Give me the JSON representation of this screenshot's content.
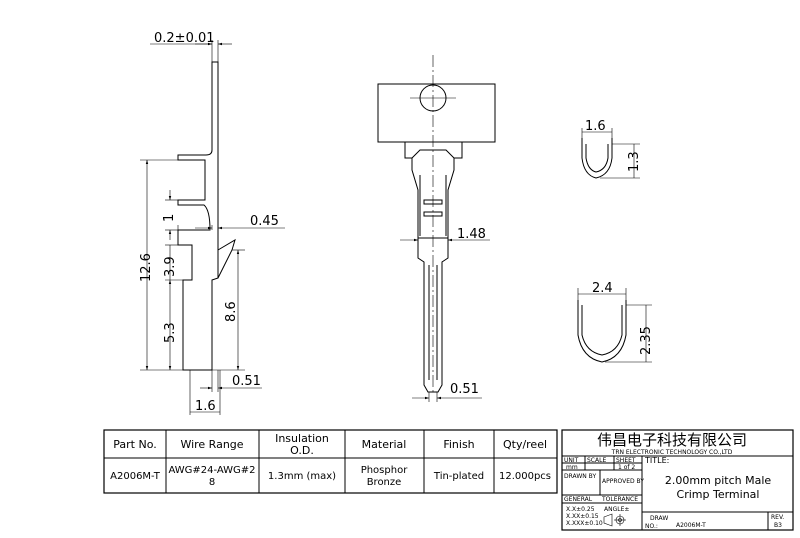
{
  "side_view": {
    "thickness": "0.2±0.01",
    "height_total": "12.6",
    "dim_1": "1",
    "dim_045": "0.45",
    "dim_39": "3.9",
    "dim_53": "5.3",
    "dim_86": "8.6",
    "dim_051": "0.51",
    "dim_16": "1.6"
  },
  "front_view": {
    "width_148": "1.48",
    "width_051": "0.51"
  },
  "sections": {
    "top_width": "1.6",
    "top_height": "1.3",
    "bottom_width": "2.4",
    "bottom_height": "2.35"
  },
  "spec_table": {
    "headers": [
      "Part No.",
      "Wire Range",
      "Insulation",
      "O.D.",
      "Material",
      "Finish",
      "Qty/reel"
    ],
    "row": {
      "part_no": "A2006M-T",
      "wire_range_1": "AWG#24-AWG#2",
      "wire_range_2": "8",
      "insulation": "1.3mm (max)",
      "material_1": "Phosphor",
      "material_2": "Bronze",
      "finish": "Tin-plated",
      "qty": "12.000pcs"
    }
  },
  "title_block": {
    "company_cn": "伟昌电子科技有限公司",
    "company_en": "TRN ELECTRONIC TECHNOLOGY CO.,LTD",
    "unit": "UNIT",
    "scale": "SCALE",
    "sheet": "SHEET",
    "title_label": "TITLE:",
    "unit_val": "mm",
    "sheet_val": "1 of 2",
    "drawn_by": "DRAWN BY",
    "approved_by": "APPROVED BY",
    "title_1": "2.00mm pitch Male",
    "title_2": "Crimp Terminal",
    "general": "GENERAL",
    "tolerance": "TOLERANCE",
    "tol_1": "X.X±0.25",
    "tol_2": "X.XX±0.15",
    "tol_3": "X.XXX±0.10",
    "angle": "ANGLE±",
    "draw": "DRAW",
    "no_label": "NO.:",
    "draw_no": "A2006M-T",
    "rev_label": "REV.",
    "rev_val": "B3"
  }
}
